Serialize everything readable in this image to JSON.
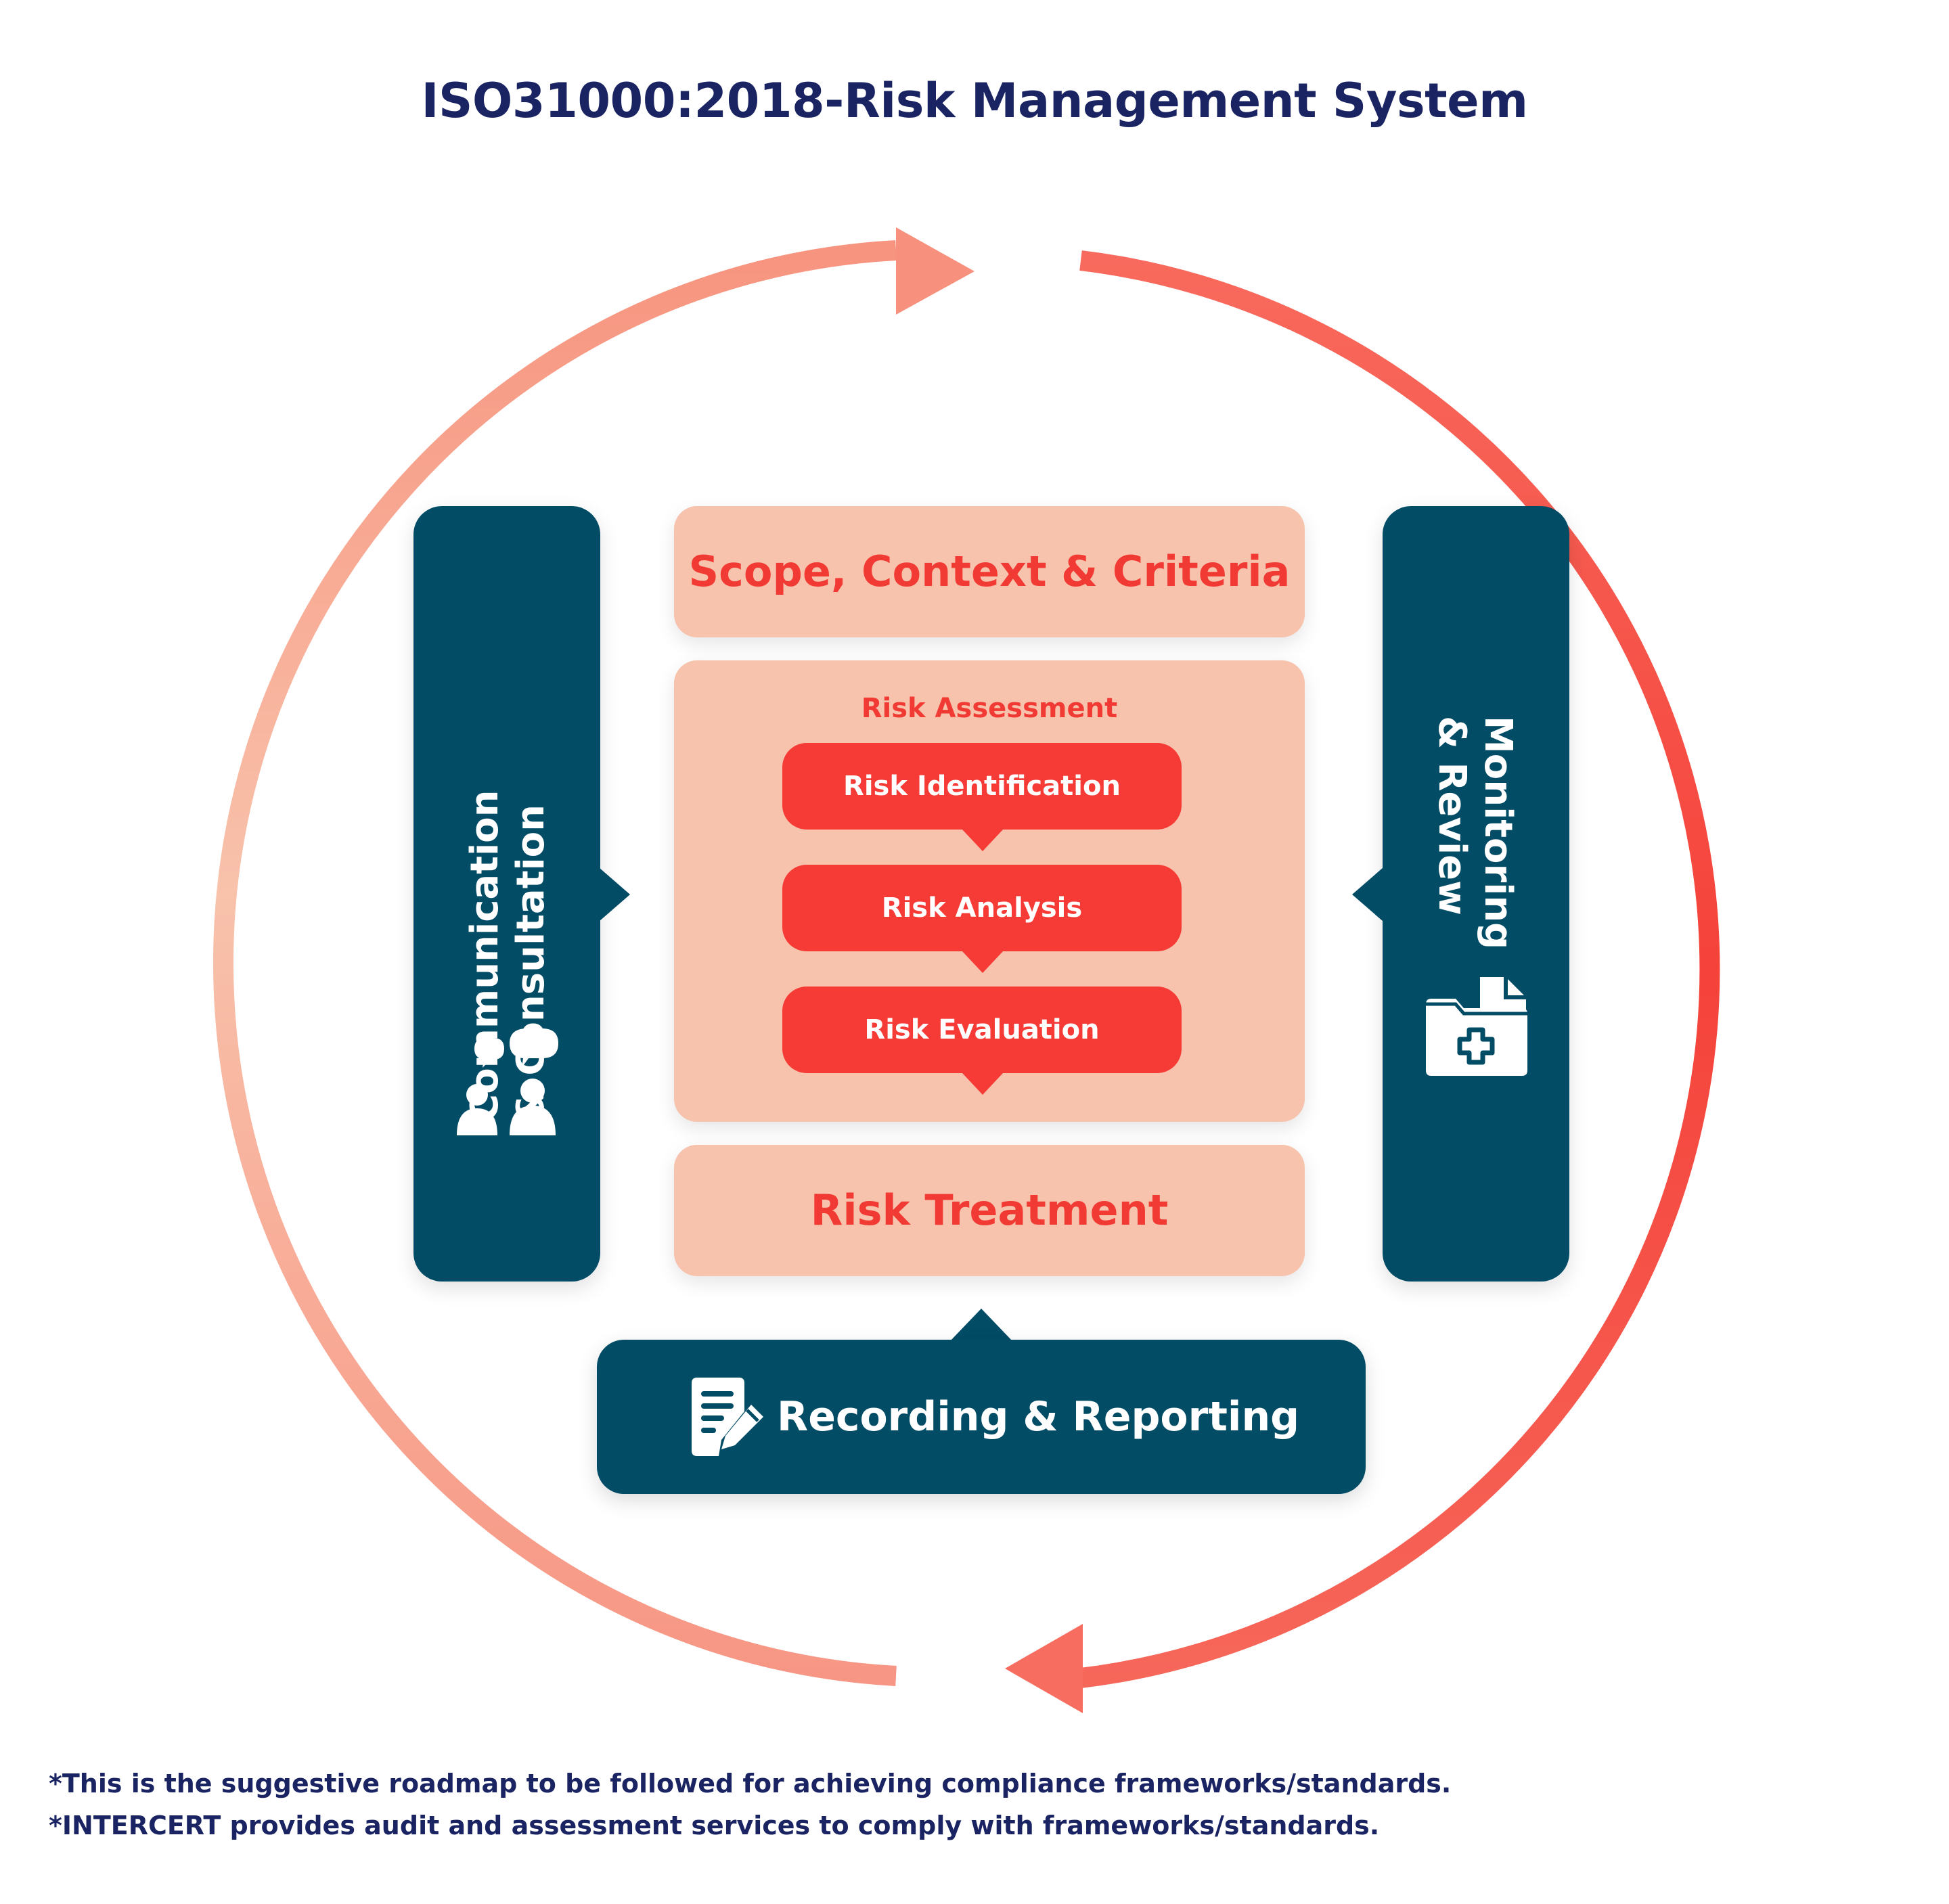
{
  "diagram": {
    "title": "ISO31000:2018-Risk Management System",
    "left_panel": {
      "line1": "Communication",
      "line2": "& Consultation",
      "icon": "people-chat-icon"
    },
    "right_panel": {
      "line1": "Monitoring",
      "line2": "& Review",
      "icon": "medical-folder-icon"
    },
    "scope_box": {
      "label": "Scope, Context & Criteria"
    },
    "assessment": {
      "heading": "Risk Assessment",
      "steps": [
        {
          "label": "Risk Identification"
        },
        {
          "label": "Risk Analysis"
        },
        {
          "label": "Risk Evaluation"
        }
      ]
    },
    "treatment_box": {
      "label": "Risk Treatment"
    },
    "recording": {
      "label": "Recording & Reporting",
      "icon": "document-edit-icon"
    },
    "footnotes": [
      "*This is the suggestive roadmap to be followed for achieving compliance frameworks/standards.",
      "*INTERCERT provides audit and assessment services to comply with frameworks/standards."
    ],
    "colors": {
      "navy": "#034c66",
      "title": "#1b2463",
      "salmon_light": "#f7c3ac",
      "red": "#f63a36",
      "arc_left_light": "#f8c2ab",
      "arc_left_mid": "#f79684",
      "arc_right_start": "#f86a5d",
      "arc_right_end": "#f5423a"
    }
  }
}
